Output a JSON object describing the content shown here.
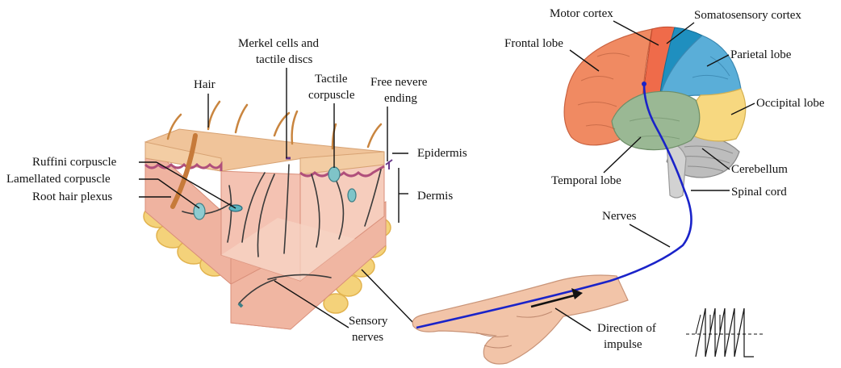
{
  "labels": {
    "hair": "Hair",
    "merkel_line1": "Merkel cells and",
    "merkel_line2": "tactile discs",
    "tactile_line1": "Tactile",
    "tactile_line2": "corpuscle",
    "free_line1": "Free nevere",
    "free_line2": "ending",
    "ruffini": "Ruffini corpuscle",
    "lamellated": "Lamellated corpuscle",
    "root_hair": "Root hair plexus",
    "epidermis": "Epidermis",
    "dermis": "Dermis",
    "sensory_line1": "Sensory",
    "sensory_line2": "nerves",
    "motor_cortex": "Motor cortex",
    "somatosensory_cortex": "Somatosensory cortex",
    "frontal_lobe": "Frontal lobe",
    "parietal_lobe": "Parietal lobe",
    "occipital_lobe": "Occipital lobe",
    "temporal_lobe": "Temporal lobe",
    "cerebellum": "Cerebellum",
    "spinal_cord": "Spinal cord",
    "nerves": "Nerves",
    "direction_line1": "Direction of",
    "direction_line2": "impulse"
  },
  "colors": {
    "skin_surface": "#f0c49a",
    "skin_side": "#f1b9a4",
    "dermis_inner": "#f6cdbd",
    "fat": "#f4d27a",
    "fat_shadow": "#e2b34e",
    "frontal": "#f08a62",
    "motor": "#ef6b4a",
    "somatosensory": "#1f8fbf",
    "parietal": "#5aaed8",
    "occipital": "#f7d880",
    "temporal": "#9ab894",
    "cerebellum": "#b9b9b9",
    "nerve_path": "#1a23c9",
    "hand": "#f2c4a8"
  }
}
